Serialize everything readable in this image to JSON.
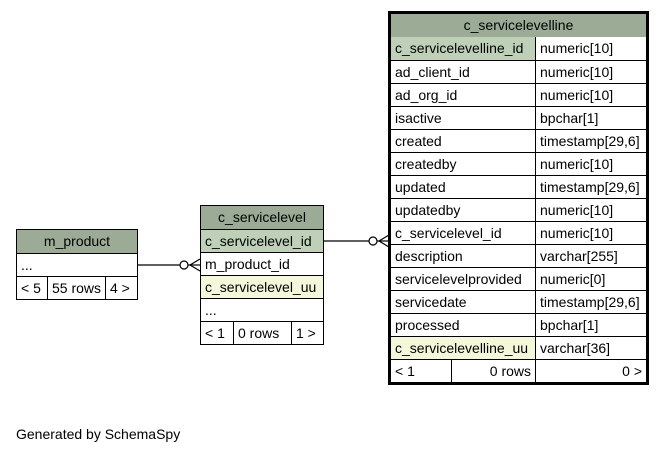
{
  "footer": {
    "generated_by": "Generated by SchemaSpy"
  },
  "tables": {
    "m_product": {
      "name": "m_product",
      "ellipsis": "...",
      "parents": "< 5",
      "rows": "55 rows",
      "children": "4 >"
    },
    "c_servicelevel": {
      "name": "c_servicelevel",
      "columns": [
        "c_servicelevel_id",
        "m_product_id",
        "c_servicelevel_uu"
      ],
      "ellipsis": "...",
      "parents": "< 1",
      "rows": "0 rows",
      "children": "1 >"
    },
    "c_servicelevelline": {
      "name": "c_servicelevelline",
      "columns": [
        {
          "name": "c_servicelevelline_id",
          "type": "numeric[10]"
        },
        {
          "name": "ad_client_id",
          "type": "numeric[10]"
        },
        {
          "name": "ad_org_id",
          "type": "numeric[10]"
        },
        {
          "name": "isactive",
          "type": "bpchar[1]"
        },
        {
          "name": "created",
          "type": "timestamp[29,6]"
        },
        {
          "name": "createdby",
          "type": "numeric[10]"
        },
        {
          "name": "updated",
          "type": "timestamp[29,6]"
        },
        {
          "name": "updatedby",
          "type": "numeric[10]"
        },
        {
          "name": "c_servicelevel_id",
          "type": "numeric[10]"
        },
        {
          "name": "description",
          "type": "varchar[255]"
        },
        {
          "name": "servicelevelprovided",
          "type": "numeric[0]"
        },
        {
          "name": "servicedate",
          "type": "timestamp[29,6]"
        },
        {
          "name": "processed",
          "type": "bpchar[1]"
        },
        {
          "name": "c_servicelevelline_uu",
          "type": "varchar[36]"
        }
      ],
      "parents": "< 1",
      "rows": "0 rows",
      "children": "0 >"
    }
  },
  "colors": {
    "header": "#9bab96",
    "primary_key": "#bed1b8",
    "unique_key": "#f4f7da"
  }
}
